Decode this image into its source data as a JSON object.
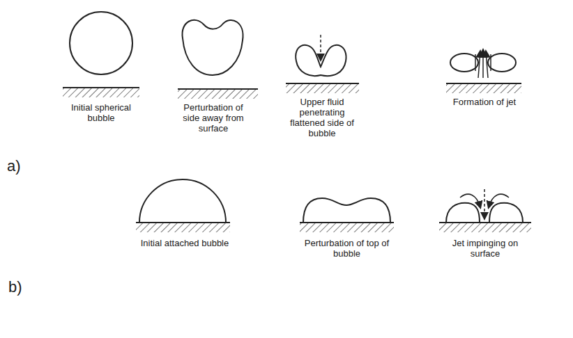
{
  "diagram": {
    "labels": [
      "a)",
      "Initial spherical bubble",
      "Perturbation of side away from surface",
      "Upper fluid penetrating flattened side of bubble",
      "Formation of jet",
      "b)",
      "Initial attached bubble",
      "Perturbation of top of bubble",
      "Jet impinging on surface"
    ]
  }
}
